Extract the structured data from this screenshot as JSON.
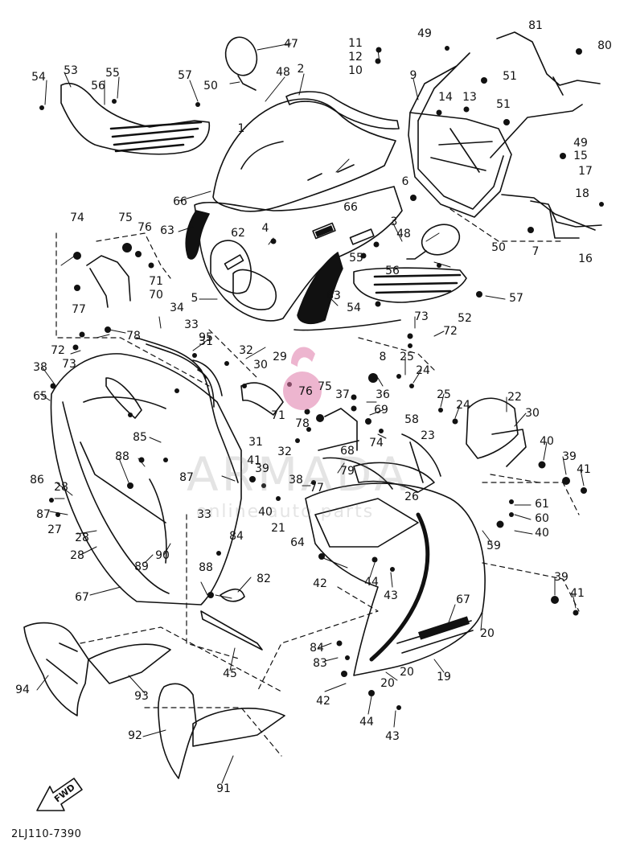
{
  "diagram": {
    "code": "2LJ110-7390",
    "fwd_label": "FWD",
    "watermark": {
      "brand": "ARMADA",
      "tagline": "online auto parts"
    },
    "colors": {
      "line": "#111111",
      "watermark_pink": "#e07aa8",
      "watermark_gray": "#a0a0a0"
    },
    "part_numbers": [
      "1",
      "2",
      "3",
      "4",
      "5",
      "6",
      "7",
      "8",
      "9",
      "10",
      "11",
      "12",
      "13",
      "14",
      "15",
      "16",
      "17",
      "18",
      "19",
      "20",
      "21",
      "22",
      "23",
      "24",
      "25",
      "26",
      "27",
      "28",
      "29",
      "30",
      "31",
      "32",
      "33",
      "34",
      "35",
      "36",
      "37",
      "38",
      "39",
      "40",
      "41",
      "42",
      "43",
      "44",
      "45",
      "47",
      "48",
      "49",
      "50",
      "51",
      "52",
      "53",
      "54",
      "55",
      "56",
      "57",
      "58",
      "59",
      "60",
      "61",
      "62",
      "63",
      "64",
      "65",
      "66",
      "67",
      "68",
      "69",
      "70",
      "71",
      "72",
      "73",
      "74",
      "75",
      "76",
      "77",
      "78",
      "79",
      "80",
      "81",
      "82",
      "83",
      "84",
      "85",
      "86",
      "87",
      "88",
      "89",
      "90",
      "91",
      "92",
      "93",
      "94",
      "95"
    ]
  }
}
